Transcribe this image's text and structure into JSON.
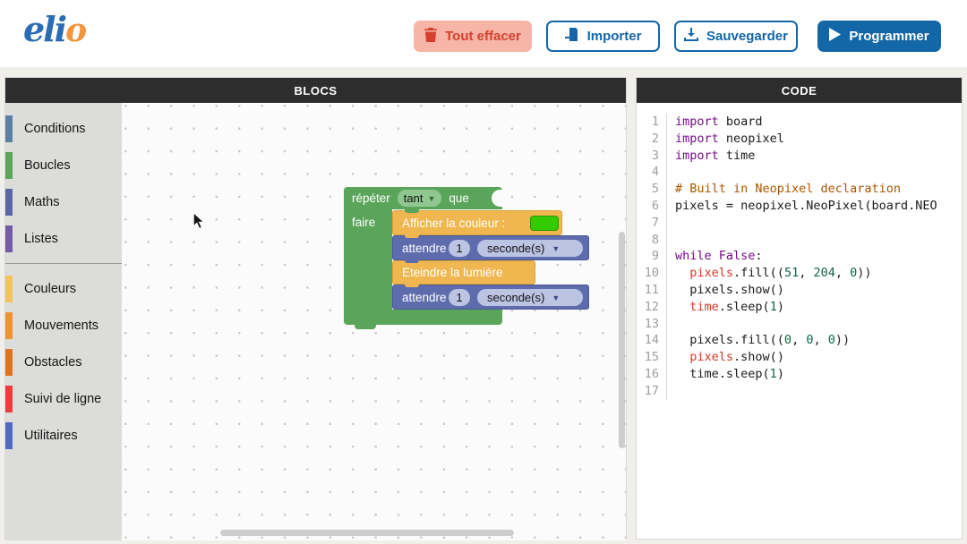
{
  "header": {
    "logo": {
      "part1": "eli",
      "part2": "o"
    },
    "buttons": {
      "clear": "Tout effacer",
      "import": "Importer",
      "save": "Sauvegarder",
      "program": "Programmer"
    }
  },
  "colors": {
    "accent_blue": "#1566a8",
    "clear_bg": "#f6b5a6",
    "clear_text": "#d5402e",
    "block_green": "#5ba55b",
    "block_yellow": "#f0b750",
    "block_slate": "#5e6cae",
    "color_swatch": "#33cc00"
  },
  "blocks_panel": {
    "title": "BLOCS",
    "categories": [
      {
        "label": "Conditions",
        "color": "#5b80a5"
      },
      {
        "label": "Boucles",
        "color": "#5ba55b"
      },
      {
        "label": "Maths",
        "color": "#5b67a5"
      },
      {
        "label": "Listes",
        "color": "#745ba5"
      },
      {
        "label": "Couleurs",
        "color": "#f3c45c"
      },
      {
        "label": "Mouvements",
        "color": "#ef922f"
      },
      {
        "label": "Obstacles",
        "color": "#e0731d"
      },
      {
        "label": "Suivi de ligne",
        "color": "#ee3c3c"
      },
      {
        "label": "Utilitaires",
        "color": "#5069c5"
      }
    ],
    "divider_after_index": 3,
    "workspace": {
      "repeat": {
        "label": "répéter",
        "condition_dropdown": "tant",
        "suffix": "que",
        "do_label": "faire"
      },
      "children": [
        {
          "kind": "show-color",
          "label": "Afficher la couleur :",
          "swatch": "#33cc00"
        },
        {
          "kind": "wait",
          "label": "attendre",
          "value": "1",
          "unit": "seconde(s)"
        },
        {
          "kind": "lights-off",
          "label": "Eteindre la lumière"
        },
        {
          "kind": "wait",
          "label": "attendre",
          "value": "1",
          "unit": "seconde(s)"
        }
      ]
    }
  },
  "code_panel": {
    "title": "CODE",
    "lines": [
      {
        "n": 1,
        "tokens": [
          [
            "kw",
            "import"
          ],
          [
            "pl",
            " board"
          ]
        ]
      },
      {
        "n": 2,
        "tokens": [
          [
            "kw",
            "import"
          ],
          [
            "pl",
            " neopixel"
          ]
        ]
      },
      {
        "n": 3,
        "tokens": [
          [
            "kw",
            "import"
          ],
          [
            "pl",
            " time"
          ]
        ]
      },
      {
        "n": 4,
        "tokens": []
      },
      {
        "n": 5,
        "tokens": [
          [
            "cm",
            "# Built in Neopixel declaration"
          ]
        ]
      },
      {
        "n": 6,
        "tokens": [
          [
            "pl",
            "pixels = neopixel.NeoPixel(board.NEO"
          ]
        ]
      },
      {
        "n": 7,
        "tokens": []
      },
      {
        "n": 8,
        "tokens": []
      },
      {
        "n": 9,
        "tokens": [
          [
            "kw",
            "while"
          ],
          [
            "pl",
            " "
          ],
          [
            "kw",
            "False"
          ],
          [
            "pl",
            ":"
          ]
        ]
      },
      {
        "n": 10,
        "tokens": [
          [
            "pl",
            "  "
          ],
          [
            "red",
            "pixels"
          ],
          [
            "pl",
            ".fill(("
          ],
          [
            "num",
            "51"
          ],
          [
            "pl",
            ", "
          ],
          [
            "num",
            "204"
          ],
          [
            "pl",
            ", "
          ],
          [
            "num",
            "0"
          ],
          [
            "pl",
            "))"
          ]
        ]
      },
      {
        "n": 11,
        "tokens": [
          [
            "pl",
            "  pixels.show()"
          ]
        ]
      },
      {
        "n": 12,
        "tokens": [
          [
            "pl",
            "  "
          ],
          [
            "red",
            "time"
          ],
          [
            "pl",
            ".sleep("
          ],
          [
            "num",
            "1"
          ],
          [
            "pl",
            ")"
          ]
        ]
      },
      {
        "n": 13,
        "tokens": []
      },
      {
        "n": 14,
        "tokens": [
          [
            "pl",
            "  pixels.fill(("
          ],
          [
            "num",
            "0"
          ],
          [
            "pl",
            ", "
          ],
          [
            "num",
            "0"
          ],
          [
            "pl",
            ", "
          ],
          [
            "num",
            "0"
          ],
          [
            "pl",
            "))"
          ]
        ]
      },
      {
        "n": 15,
        "tokens": [
          [
            "pl",
            "  "
          ],
          [
            "red",
            "pixels"
          ],
          [
            "pl",
            ".show()"
          ]
        ]
      },
      {
        "n": 16,
        "tokens": [
          [
            "pl",
            "  time.sleep("
          ],
          [
            "num",
            "1"
          ],
          [
            "pl",
            ")"
          ]
        ]
      },
      {
        "n": 17,
        "tokens": []
      }
    ]
  }
}
